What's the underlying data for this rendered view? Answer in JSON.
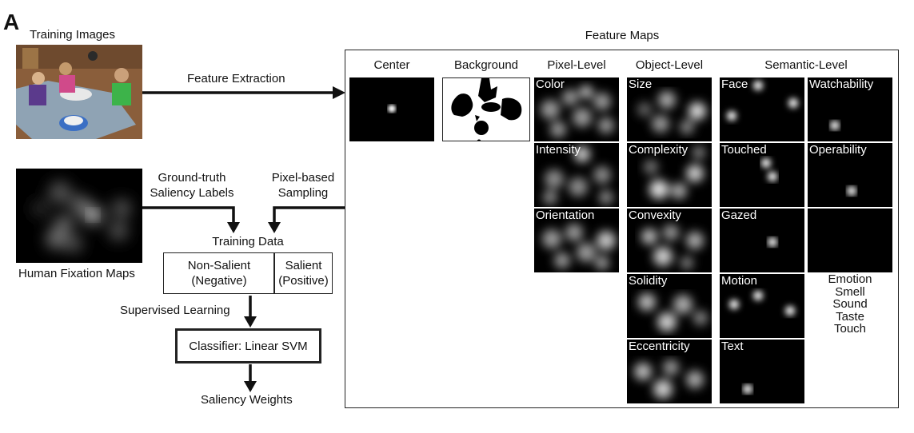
{
  "panel_letter": "A",
  "training_images_label": "Training Images",
  "feature_extraction_label": "Feature Extraction",
  "feature_maps_title": "Feature Maps",
  "human_fixation_label": "Human Fixation Maps",
  "ground_truth_label_1": "Ground-truth",
  "ground_truth_label_2": "Saliency Labels",
  "pixel_sampling_label_1": "Pixel-based",
  "pixel_sampling_label_2": "Sampling",
  "training_data_label": "Training Data",
  "non_salient_1": "Non-Salient",
  "non_salient_2": "(Negative)",
  "salient_1": "Salient",
  "salient_2": "(Positive)",
  "supervised_label": "Supervised Learning",
  "classifier_label": "Classifier: Linear SVM",
  "weights_label": "Saliency Weights",
  "columns": {
    "center": "Center",
    "background": "Background",
    "pixel": "Pixel-Level",
    "object": "Object-Level",
    "semantic": "Semantic-Level"
  },
  "maps": {
    "color": "Color",
    "intensity": "Intensity",
    "orientation": "Orientation",
    "size": "Size",
    "complexity": "Complexity",
    "convexity": "Convexity",
    "solidity": "Solidity",
    "eccentricity": "Eccentricity",
    "face": "Face",
    "touched": "Touched",
    "gazed": "Gazed",
    "motion": "Motion",
    "text": "Text",
    "watchability": "Watchability",
    "operability": "Operability"
  },
  "other_senses": [
    "Emotion",
    "Smell",
    "Sound",
    "Taste",
    "Touch"
  ]
}
